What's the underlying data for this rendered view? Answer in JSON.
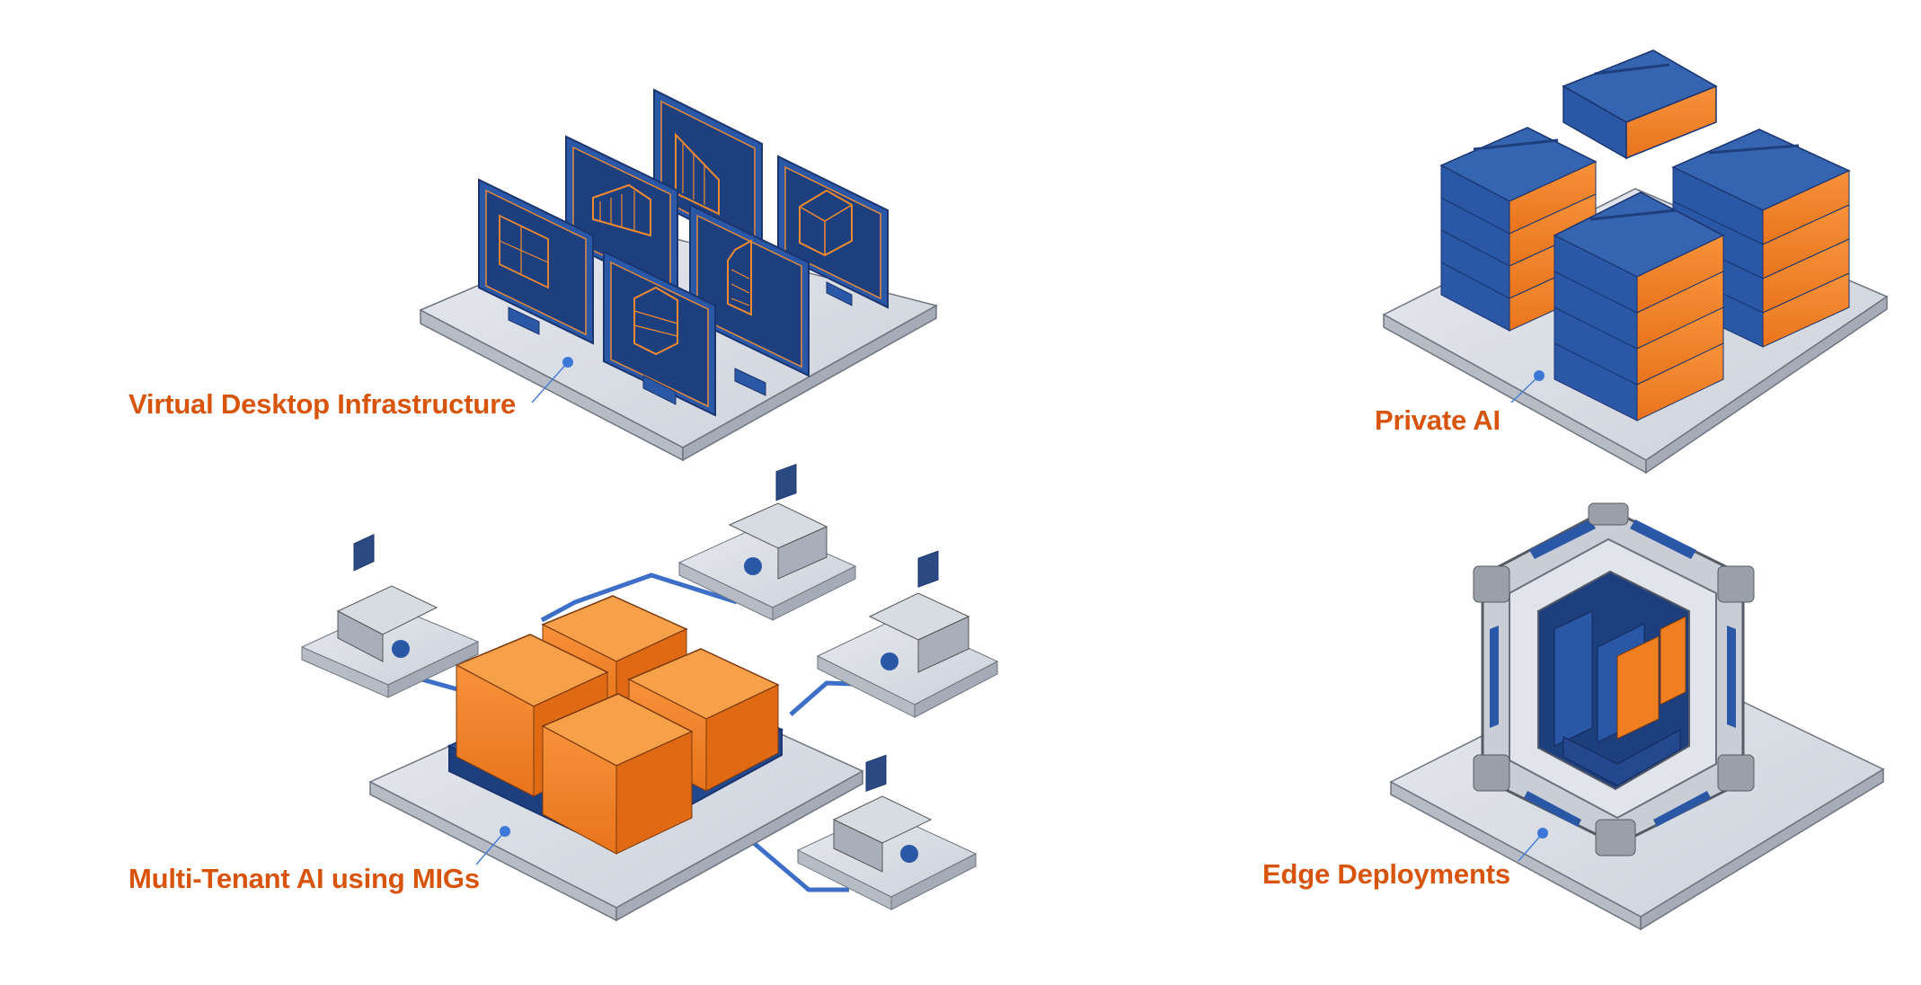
{
  "colors": {
    "label": "#D9540B",
    "blue": "#2B58A6",
    "blue_dark": "#1E3F7E",
    "orange": "#F07F22",
    "platform_top": "#DDE1E8",
    "platform_side": "#B9BEC8",
    "leader": "#4A7FD6"
  },
  "scenes": [
    {
      "id": "vdi",
      "label": "Virtual Desktop Infrastructure",
      "icon": "monitors-with-blueprints-icon",
      "monitor_count": 6
    },
    {
      "id": "private-ai",
      "label": "Private AI",
      "icon": "server-stacks-icon",
      "stack_count": 4
    },
    {
      "id": "multi-tenant",
      "label": "Multi-Tenant AI using MIGs",
      "icon": "gpu-partitions-with-workstations-icon",
      "gpu_partitions": 4,
      "workstations": 4
    },
    {
      "id": "edge",
      "label": "Edge Deployments",
      "icon": "ruggedized-edge-enclosure-icon"
    }
  ]
}
